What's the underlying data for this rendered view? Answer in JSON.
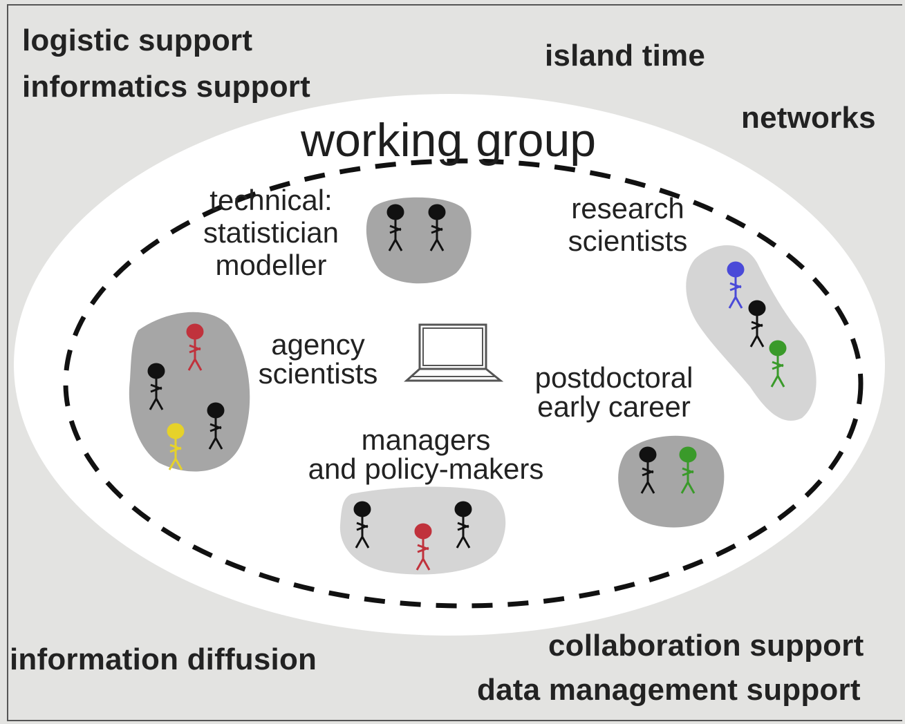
{
  "outer_labels": {
    "logistic": "logistic support",
    "informatics": "informatics support",
    "island": "island time",
    "networks": "networks",
    "diffusion": "information diffusion",
    "collaboration": "collaboration support",
    "data_mgmt": "data management support"
  },
  "title": "working group",
  "groups": {
    "technical": [
      "technical:",
      "statistician",
      "modeller"
    ],
    "research": [
      "research",
      "scientists"
    ],
    "agency": [
      "agency",
      "scientists"
    ],
    "postdoc": [
      "postdoctoral",
      "early career"
    ],
    "managers": [
      "managers",
      "and policy-makers"
    ]
  },
  "colors": {
    "background": "#e3e3e1",
    "ellipse": "#ffffff",
    "blob_dark": "#a6a6a6",
    "blob_light": "#d5d5d5",
    "person_black": "#111111",
    "person_red": "#c0323c",
    "person_yellow": "#e6d22a",
    "person_blue": "#4a4ad8",
    "person_green": "#3a9a2a"
  },
  "icons": [
    "person-icon",
    "laptop-icon"
  ]
}
